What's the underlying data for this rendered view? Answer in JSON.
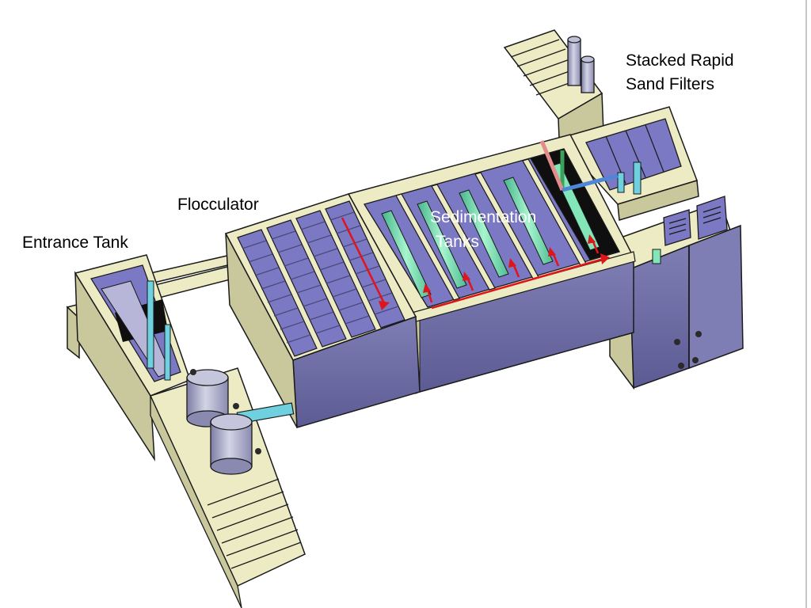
{
  "labels": {
    "stacked_filters_line1": "Stacked Rapid",
    "stacked_filters_line2": "Sand Filters",
    "flocculator": "Flocculator",
    "entrance_tank": "Entrance Tank",
    "sedimentation_line1": "Sedimentation",
    "sedimentation_line2": "Tanks"
  },
  "colors": {
    "concrete_top": "#ecebc4",
    "concrete_side": "#c9c79c",
    "concrete_dark": "#a8a681",
    "water_blue": "#7b78c4",
    "water_dark": "#5b58a6",
    "outline": "#1a1a1a",
    "flow_arrow": "#e0141b",
    "tube_green": "#82e6b9",
    "tube_cyan": "#6fd0e0",
    "cylinder": "#a9a9c9"
  }
}
